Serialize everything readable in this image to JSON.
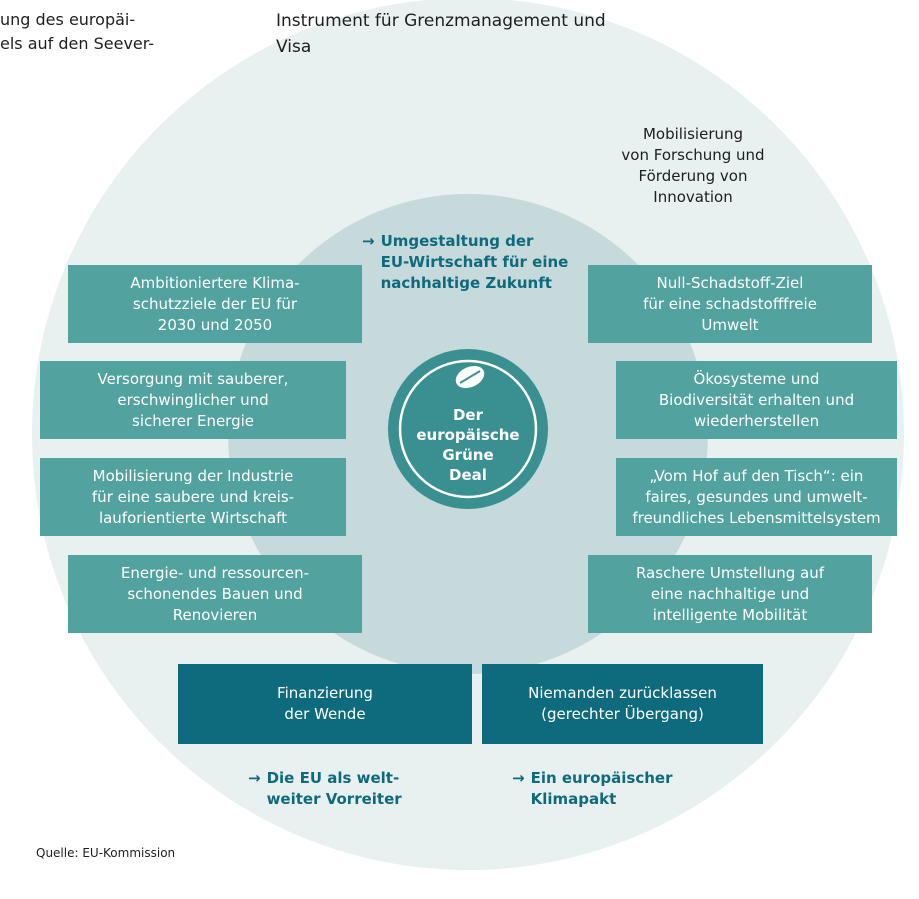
{
  "top": {
    "left_fragment": "ung des europäi-\nels auf den Seever-",
    "middle": "Instrument für Grenzmanagement und\nVisa"
  },
  "research": "Mobilisierung\nvon Forschung und\nFörderung von\nInnovation",
  "transformation": "Umgestaltung der\nEU-Wirtschaft für eine\nnachhaltige Zukunft",
  "center": "Der\neuropäische\nGrüne\nDeal",
  "left_boxes": [
    "Ambitioniertere Klima-\nschutzziele der EU für\n2030 und 2050",
    "Versorgung mit sauberer,\nerschwinglicher und\nsicherer Energie",
    "Mobilisierung der Industrie\nfür eine saubere und kreis-\nlauforientierte Wirtschaft",
    "Energie- und ressourcen-\nschonendes Bauen und\nRenovieren"
  ],
  "right_boxes": [
    "Null-Schadstoff-Ziel\nfür eine schadstofffreie\nUmwelt",
    "Ökosysteme und\nBiodiversität erhalten und\nwiederherstellen",
    "„Vom Hof auf den Tisch“: ein\nfaires, gesundes und umwelt-\nfreundliches Lebensmittelsystem",
    "Raschere Umstellung auf\neine nachhaltige und\nintelligente Mobilität"
  ],
  "bottom_boxes": [
    "Finanzierung\nder Wende",
    "Niemanden zurücklassen\n(gerechter Übergang)"
  ],
  "bottom_links": [
    "Die EU als welt-\nweiter Vorreiter",
    "Ein europäischer\nKlimapakt"
  ],
  "arrow_glyph": "→",
  "source": "Quelle: EU-Kommission",
  "colors": {
    "outer_circle": "#e8f0f0",
    "inner_circle": "#c6d9db",
    "box": "#52a29f",
    "box_dark": "#0e6a7d",
    "accent_text": "#0e6a7d",
    "center_circle": "#3a8f91"
  }
}
